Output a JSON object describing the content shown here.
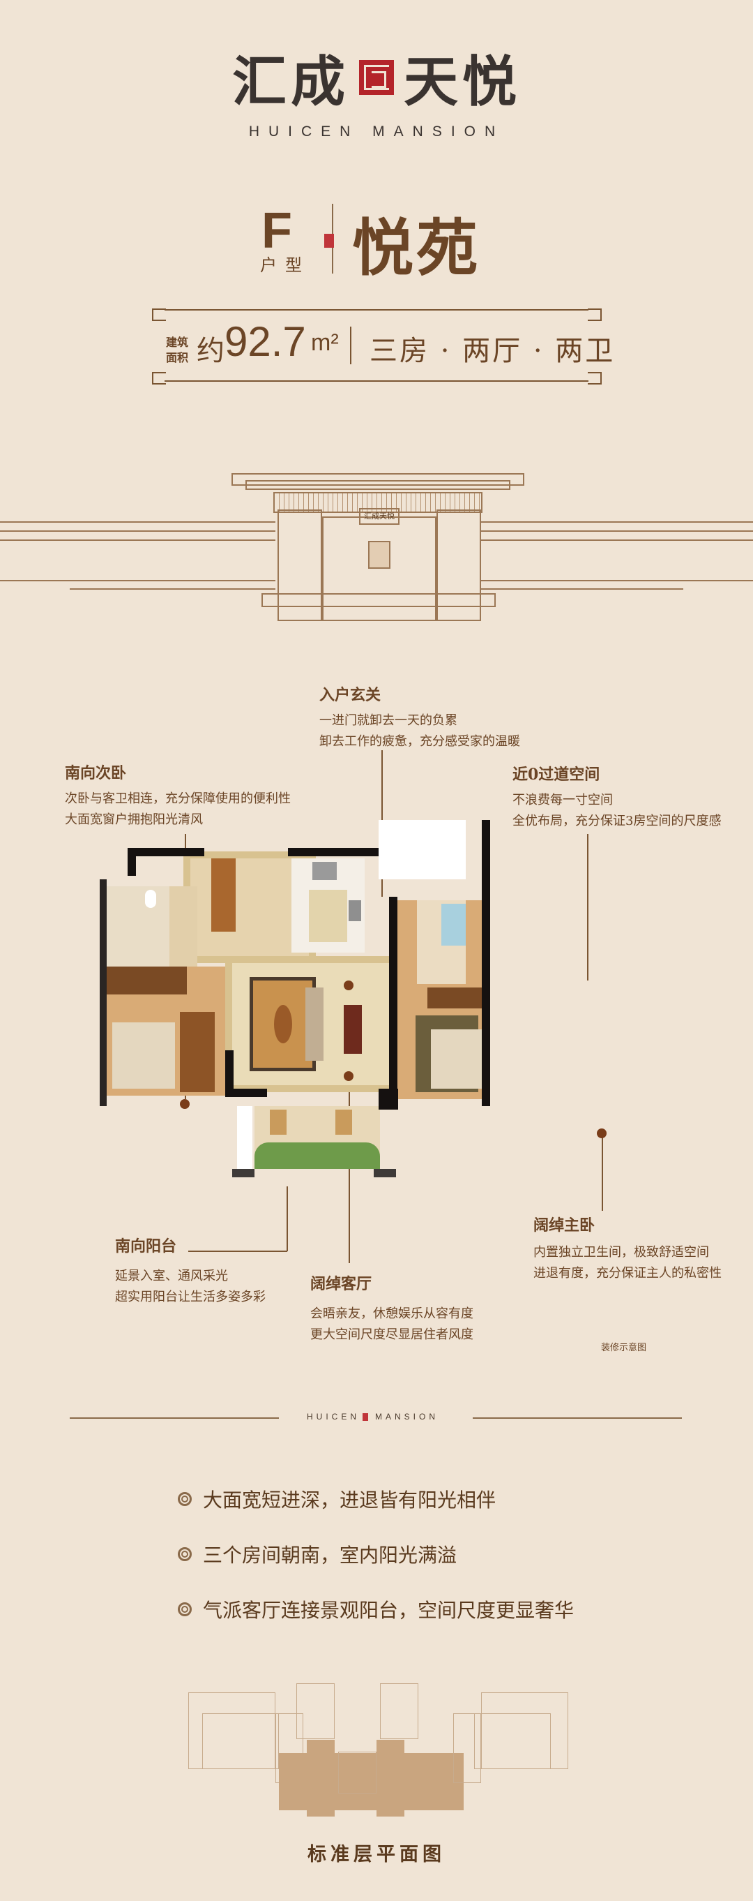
{
  "header": {
    "logo_cn": "汇成天悦",
    "logo_en": "HUICEN MANSION",
    "seal_icon": "seal-stamp-icon"
  },
  "unit": {
    "type_letter": "F",
    "type_label": "户型",
    "name": "悦苑",
    "area_label_line1": "建筑",
    "area_label_line2": "面积",
    "area_prefix": "约",
    "area_value": "92.7",
    "area_unit": "m²",
    "layout": "三房 · 两厅 · 两卫"
  },
  "callouts": {
    "entrance": {
      "title": "入户玄关",
      "lines": [
        "一进门就卸去一天的负累",
        "卸去工作的疲惫，充分感受家的温暖"
      ]
    },
    "south_second_bedroom": {
      "title": "南向次卧",
      "lines": [
        "次卧与客卫相连，充分保障使用的便利性",
        "大面宽窗户拥抱阳光清风"
      ]
    },
    "hallway": {
      "title": "近0过道空间",
      "lines": [
        "不浪费每一寸空间",
        "全优布局，充分保证3房空间的尺度感"
      ]
    },
    "south_balcony": {
      "title": "南向阳台",
      "lines": [
        "延景入室、通风采光",
        "超实用阳台让生活多姿多彩"
      ]
    },
    "living_room": {
      "title": "阔绰客厅",
      "lines": [
        "会晤亲友，休憩娱乐从容有度",
        "更大空间尺度尽显居住者风度"
      ]
    },
    "master_bedroom": {
      "title": "阔绰主卧",
      "lines": [
        "内置独立卫生间，极致舒适空间",
        "进退有度，充分保证主人的私密性"
      ]
    }
  },
  "plan": {
    "disclaimer": "装修示意图"
  },
  "divider": {
    "left": "HUICEN",
    "right": "MANSION"
  },
  "features": [
    "大面宽短进深，进退皆有阳光相伴",
    "三个房间朝南，室内阳光满溢",
    "气派客厅连接景观阳台，空间尺度更显奢华"
  ],
  "footer": {
    "title": "标准层平面图"
  },
  "colors": {
    "background": "#F0E4D5",
    "primary_text": "#6B4526",
    "seal_red": "#B4242A",
    "logo_dark": "#3A3330",
    "highlight_unit": "#C9A57F"
  }
}
